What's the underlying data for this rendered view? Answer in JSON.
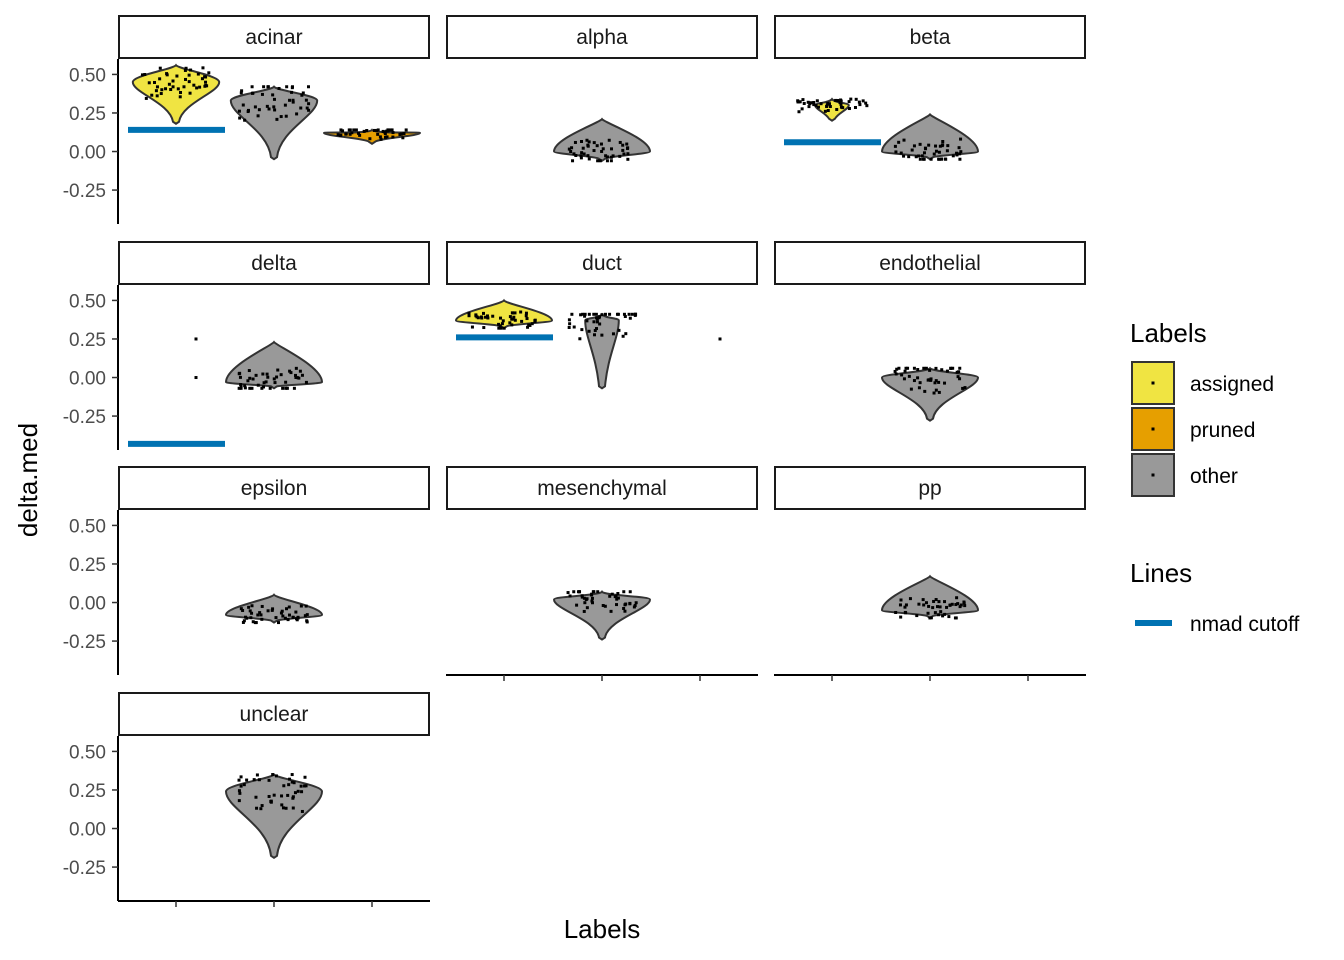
{
  "chart_data": {
    "type": "violin",
    "xlabel": "Labels",
    "ylabel": "delta.med",
    "y_ticks": [
      "0.50",
      "0.25",
      "0.00",
      "-0.25"
    ],
    "y_tick_values": [
      0.5,
      0.25,
      0.0,
      -0.25
    ],
    "ylim": [
      -0.47,
      0.6
    ],
    "categories": [
      "assigned",
      "pruned",
      "other"
    ],
    "colors": {
      "assigned": "#f0e442",
      "pruned": "#e69f00",
      "other": "#999999",
      "nmad_cutoff": "#0072b2"
    },
    "legend": {
      "fill_title": "Labels",
      "fill_items": [
        "assigned",
        "pruned",
        "other"
      ],
      "line_title": "Lines",
      "line_items": [
        "nmad cutoff"
      ]
    },
    "panels": [
      {
        "name": "acinar",
        "cutoff": 0.14,
        "groups": [
          {
            "category": "assigned",
            "min": 0.18,
            "max": 0.56,
            "center": 0.45,
            "width": 0.9
          },
          {
            "category": "other",
            "min": -0.05,
            "max": 0.42,
            "center": 0.33,
            "width": 0.9
          },
          {
            "category": "pruned",
            "min": 0.05,
            "max": 0.14,
            "center": 0.12,
            "width": 1.0
          }
        ]
      },
      {
        "name": "alpha",
        "cutoff": null,
        "groups": [
          {
            "category": "other",
            "min": -0.06,
            "max": 0.21,
            "center": 0.0,
            "width": 1.0
          }
        ]
      },
      {
        "name": "beta",
        "cutoff": 0.06,
        "groups": [
          {
            "category": "assigned",
            "min": 0.2,
            "max": 0.34,
            "center": 0.3,
            "width": 0.35
          },
          {
            "category": "other",
            "min": -0.05,
            "max": 0.24,
            "center": 0.0,
            "width": 1.0
          }
        ]
      },
      {
        "name": "delta",
        "cutoff": -0.43,
        "groups": [
          {
            "category": "assigned",
            "min": 0.0,
            "max": 0.25,
            "center": null,
            "width": 0
          },
          {
            "category": "other",
            "min": -0.07,
            "max": 0.23,
            "center": -0.03,
            "width": 1.0
          }
        ]
      },
      {
        "name": "duct",
        "cutoff": 0.26,
        "groups": [
          {
            "category": "assigned",
            "min": 0.32,
            "max": 0.5,
            "center": 0.37,
            "width": 1.0
          },
          {
            "category": "other",
            "min": -0.07,
            "max": 0.41,
            "center": 0.37,
            "width": 0.35
          },
          {
            "category": "pruned",
            "min": 0.25,
            "max": 0.25,
            "center": null,
            "width": 0
          }
        ]
      },
      {
        "name": "endothelial",
        "cutoff": null,
        "groups": [
          {
            "category": "other",
            "min": -0.28,
            "max": 0.06,
            "center": 0.0,
            "width": 1.0
          }
        ]
      },
      {
        "name": "epsilon",
        "cutoff": null,
        "groups": [
          {
            "category": "other",
            "min": -0.13,
            "max": 0.05,
            "center": -0.08,
            "width": 1.0
          }
        ]
      },
      {
        "name": "mesenchymal",
        "cutoff": null,
        "groups": [
          {
            "category": "other",
            "min": -0.24,
            "max": 0.07,
            "center": 0.02,
            "width": 1.0
          }
        ]
      },
      {
        "name": "pp",
        "cutoff": null,
        "groups": [
          {
            "category": "other",
            "min": -0.1,
            "max": 0.17,
            "center": -0.05,
            "width": 1.0
          }
        ]
      },
      {
        "name": "unclear",
        "cutoff": null,
        "groups": [
          {
            "category": "other",
            "min": -0.19,
            "max": 0.35,
            "center": 0.24,
            "width": 1.0
          }
        ]
      }
    ]
  }
}
